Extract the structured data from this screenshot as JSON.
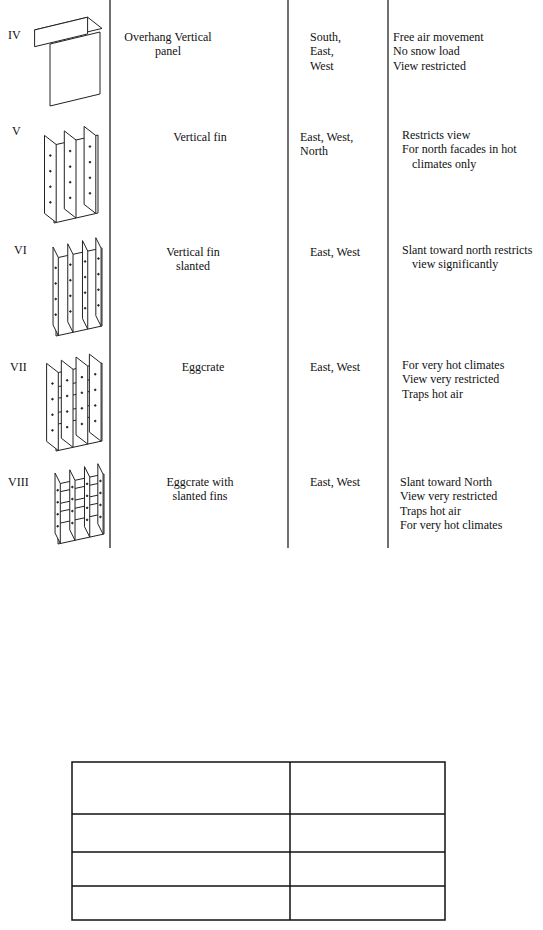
{
  "diagram": {
    "labels": [
      "IV",
      "Overhang Vertical panel",
      "South, East, West",
      "Free air movement",
      "No snow load",
      "View restricted",
      "V",
      "Vertical fin",
      "East, West, North",
      "Restricts view",
      "For north facades in hot climates only",
      "VI",
      "Vertical fin slanted",
      "East, West",
      "Slant toward north restricts view significantly",
      "VII",
      "Eggcrate",
      "East, West",
      "For very hot climates",
      "View very restricted",
      "Traps hot air",
      "VIII",
      "Eggcrate with slanted fins",
      "East, West",
      "Slant toward North",
      "View very restricted",
      "Traps hot air",
      "For very hot climates"
    ]
  }
}
